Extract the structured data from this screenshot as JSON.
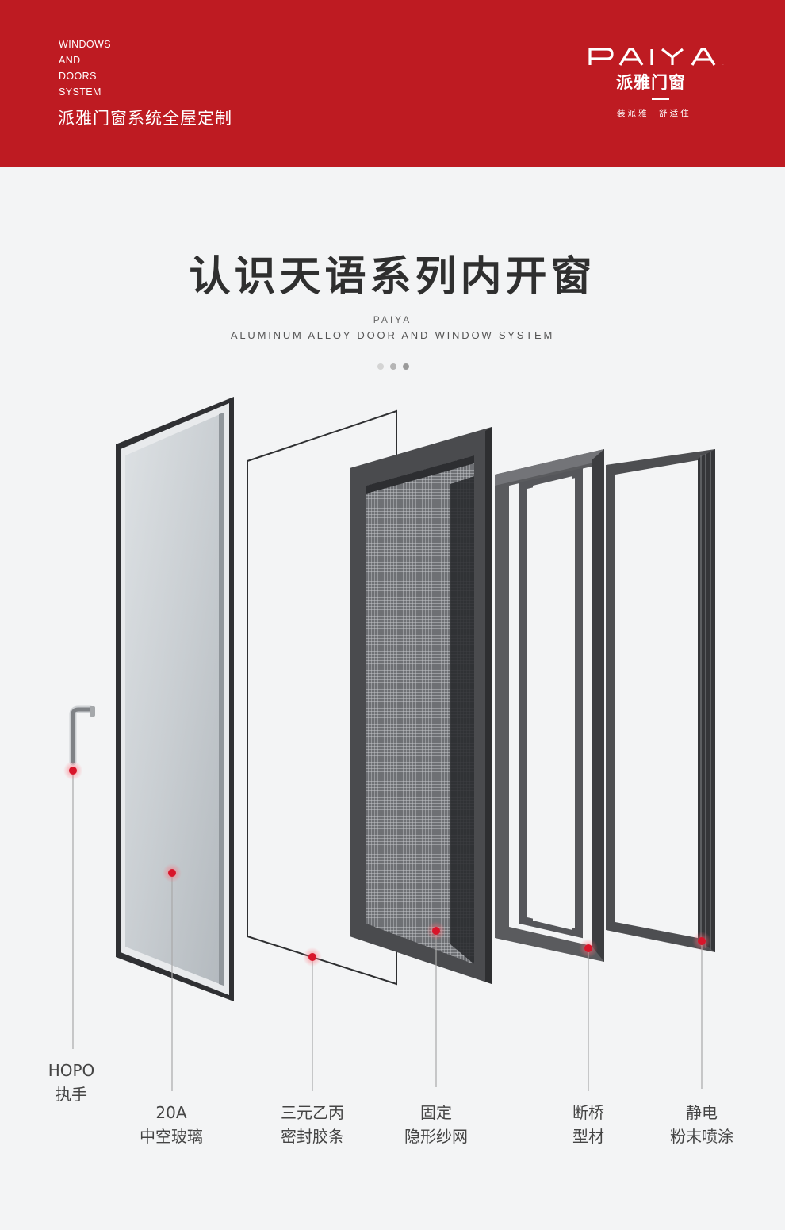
{
  "header": {
    "en_lines": [
      "WINDOWS",
      "AND",
      "DOORS",
      "SYSTEM"
    ],
    "cn_tagline": "派雅门窗系统全屋定制",
    "bg_color": "#be1b22"
  },
  "logo": {
    "wordmark": "PAIYA",
    "cn_name": "派雅门窗",
    "slogan": "装派雅  舒适住"
  },
  "title": "认识天语系列内开窗",
  "subtitle_brand": "PAIYA",
  "subtitle_en": "ALUMINUM ALLOY DOOR AND WINDOW SYSTEM",
  "pager": {
    "count": 3,
    "colors": [
      "#d4d4d4",
      "#b5b5b5",
      "#9a9a9a"
    ]
  },
  "components": [
    {
      "line1": "HOPO",
      "line2": "执手",
      "icon": "handle-icon"
    },
    {
      "line1": "20A",
      "line2": "中空玻璃",
      "icon": "glass-panel-icon"
    },
    {
      "line1": "三元乙丙",
      "line2": "密封胶条",
      "icon": "seal-strip-icon"
    },
    {
      "line1": "固定",
      "line2": "隐形纱网",
      "icon": "screen-mesh-icon"
    },
    {
      "line1": "断桥",
      "line2": "型材",
      "icon": "profile-frame-icon"
    },
    {
      "line1": "静电",
      "line2": "粉末喷涂",
      "icon": "coated-frame-icon"
    }
  ],
  "colors": {
    "accent": "#be1b22",
    "marker": "#d8152a",
    "frame": "#3d3e40"
  }
}
